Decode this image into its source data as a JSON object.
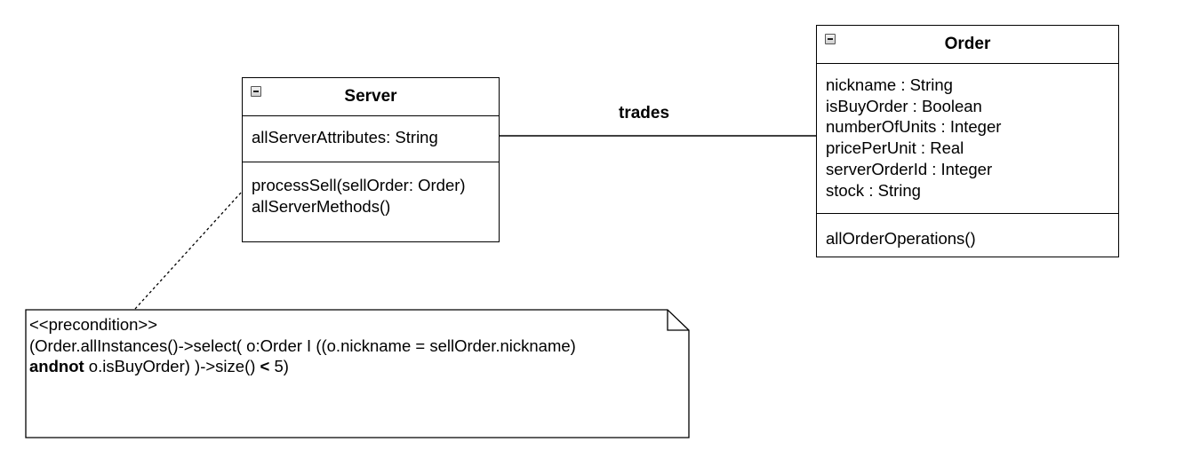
{
  "server_class": {
    "name": "Server",
    "attributes": [
      "allServerAttributes: String"
    ],
    "operations": [
      "processSell(sellOrder: Order)",
      "allServerMethods()"
    ]
  },
  "order_class": {
    "name": "Order",
    "attributes": [
      "nickname : String",
      "isBuyOrder : Boolean",
      "numberOfUnits : Integer",
      "pricePerUnit : Real",
      "serverOrderId : Integer",
      "stock : String"
    ],
    "operations": [
      "allOrderOperations()"
    ]
  },
  "association": {
    "label": "trades"
  },
  "note": {
    "stereotype": "<<precondition>>",
    "line2": "(Order.allInstances()->select( o:Order I ((o.nickname = sellOrder.nickname)",
    "keyword_andnot": "andnot",
    "line3_mid": " o.isBuyOrder) )->size() ",
    "keyword_lt": "<",
    "line3_end": " 5)"
  }
}
